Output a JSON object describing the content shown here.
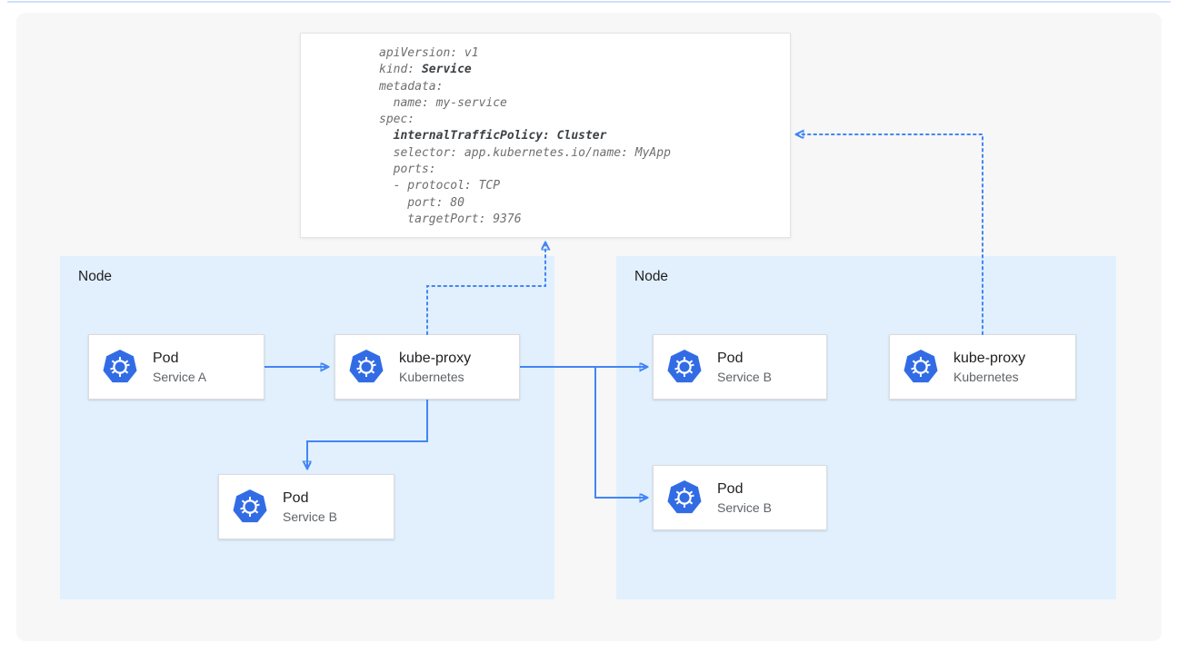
{
  "diagram": {
    "yaml": {
      "lines": [
        {
          "segments": [
            {
              "t": "apiVersion: v1"
            }
          ]
        },
        {
          "segments": [
            {
              "t": "kind: "
            },
            {
              "t": "Service",
              "b": true
            }
          ]
        },
        {
          "segments": [
            {
              "t": "metadata:"
            }
          ]
        },
        {
          "segments": [
            {
              "t": "  name: my-service"
            }
          ]
        },
        {
          "segments": [
            {
              "t": "spec:"
            }
          ]
        },
        {
          "segments": [
            {
              "t": "  "
            },
            {
              "t": "internalTrafficPolicy: Cluster",
              "b": true
            }
          ]
        },
        {
          "segments": [
            {
              "t": "  selector: app.kubernetes.io/name: MyApp"
            }
          ]
        },
        {
          "segments": [
            {
              "t": "  ports:"
            }
          ]
        },
        {
          "segments": [
            {
              "t": "  - protocol: TCP"
            }
          ]
        },
        {
          "segments": [
            {
              "t": "    port: 80"
            }
          ]
        },
        {
          "segments": [
            {
              "t": "    targetPort: 9376"
            }
          ]
        }
      ]
    },
    "nodes": [
      {
        "label": "Node"
      },
      {
        "label": "Node"
      }
    ],
    "boxes": [
      {
        "id": "pod-service-a",
        "title": "Pod",
        "subtitle": "Service A"
      },
      {
        "id": "kube-proxy-left",
        "title": "kube-proxy",
        "subtitle": "Kubernetes"
      },
      {
        "id": "pod-service-b-left",
        "title": "Pod",
        "subtitle": "Service B"
      },
      {
        "id": "pod-service-b-right-top",
        "title": "Pod",
        "subtitle": "Service B"
      },
      {
        "id": "pod-service-b-right-bottom",
        "title": "Pod",
        "subtitle": "Service B"
      },
      {
        "id": "kube-proxy-right",
        "title": "kube-proxy",
        "subtitle": "Kubernetes"
      }
    ],
    "colors": {
      "canvas_bg": "#f7f7f7",
      "node_bg": "#e2f0fd",
      "box_border": "#dadce0",
      "arrow_blue": "#4285f4",
      "kubernetes_blue": "#326ce5",
      "code_text": "#6e6e6e",
      "code_bold": "#3c4043",
      "top_rule": "#cfe0fb"
    }
  }
}
